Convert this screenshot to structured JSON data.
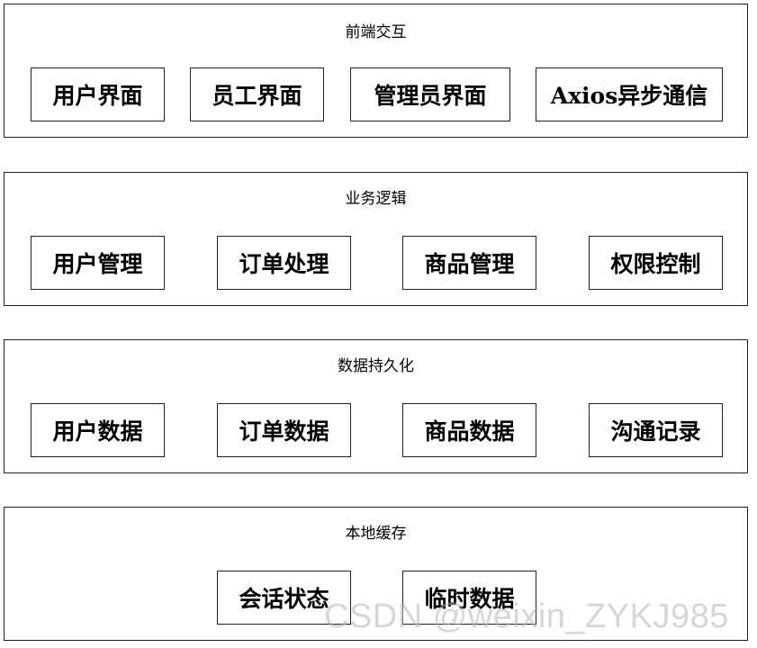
{
  "layers": [
    {
      "title": "前端交互",
      "boxes": [
        "用户界面",
        "员工界面",
        "管理员界面",
        "Axios异步通信"
      ]
    },
    {
      "title": "业务逻辑",
      "boxes": [
        "用户管理",
        "订单处理",
        "商品管理",
        "权限控制"
      ]
    },
    {
      "title": "数据持久化",
      "boxes": [
        "用户数据",
        "订单数据",
        "商品数据",
        "沟通记录"
      ]
    },
    {
      "title": "本地缓存",
      "boxes": [
        "会话状态",
        "临时数据"
      ]
    }
  ],
  "watermark": "CSDN @weixin_ZYKJ985"
}
